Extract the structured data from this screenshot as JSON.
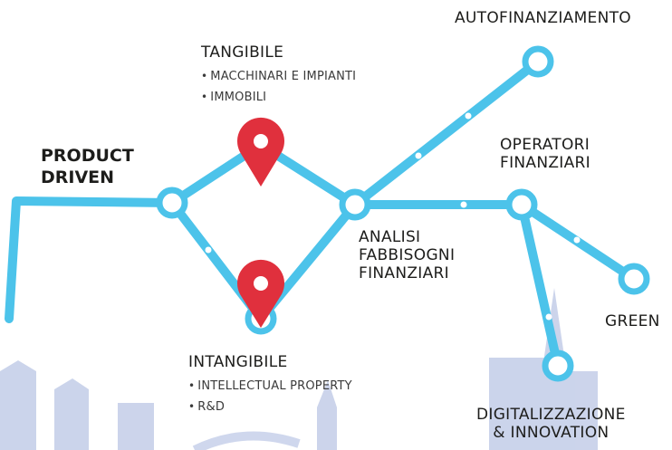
{
  "start": {
    "line1": "PRODUCT",
    "line2": "DRIVEN"
  },
  "tangibile": {
    "title": "TANGIBILE",
    "bullets": [
      "MACCHINARI E IMPIANTI",
      "IMMOBILI"
    ]
  },
  "intangibile": {
    "title": "INTANGIBILE",
    "bullets": [
      "INTELLECTUAL PROPERTY",
      "R&D"
    ]
  },
  "analisi": {
    "lines": [
      "ANALISI",
      "FABBISOGNI",
      "FINANZIARI"
    ]
  },
  "autofinanziamento": {
    "label": "AUTOFINANZIAMENTO"
  },
  "operatori": {
    "lines": [
      "OPERATORI",
      "FINANZIARI"
    ]
  },
  "green": {
    "label": "GREEN"
  },
  "digitalizzazione": {
    "lines": [
      "DIGITALIZZAZIONE",
      "& INNOVATION"
    ]
  },
  "colors": {
    "line": "#4cc3ea",
    "pin": "#e0303d",
    "text": "#1d1d1b",
    "skyline": "#b9c5e3"
  },
  "icons": {
    "pin": "map-pin-icon",
    "station": "station-circle-icon"
  }
}
